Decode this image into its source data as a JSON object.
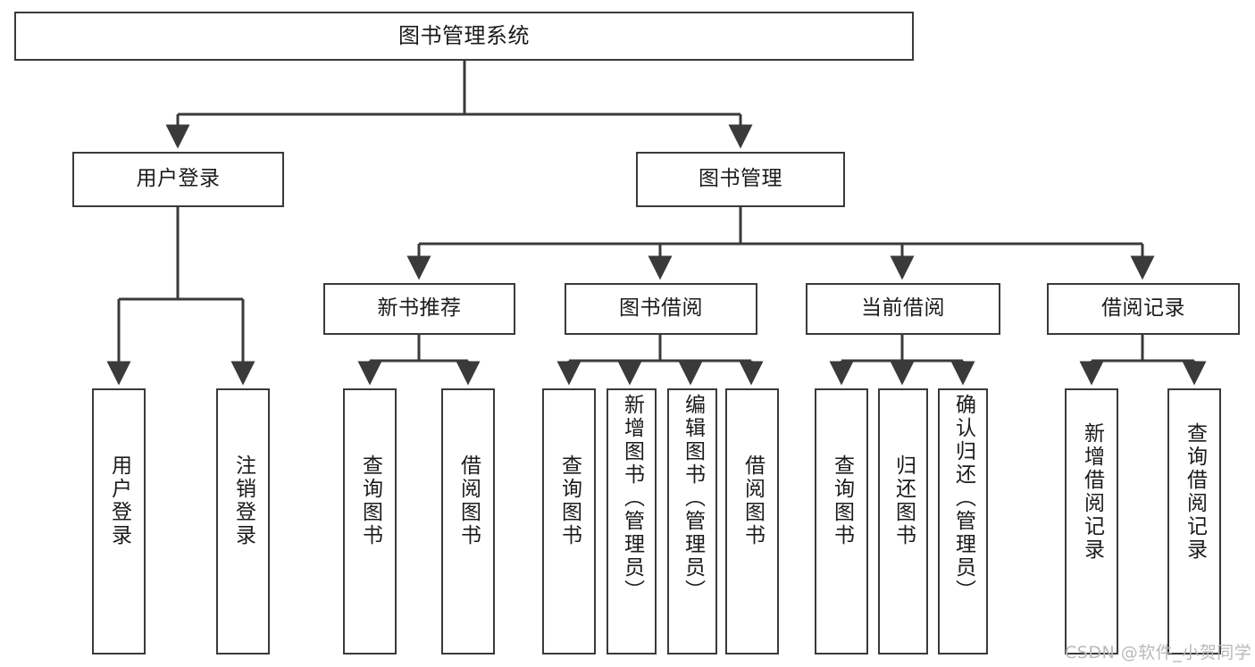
{
  "diagram": {
    "title": "图书管理系统",
    "type": "tree-hierarchy",
    "stroke_color": "#3a3a3a",
    "fill_color": "#ffffff",
    "text_color": "#1b1b1b"
  },
  "nodes": {
    "root": {
      "label": "图书管理系统"
    },
    "level2": [
      {
        "id": "user-login",
        "label": "用户登录"
      },
      {
        "id": "book-manage",
        "label": "图书管理"
      }
    ],
    "level3": [
      {
        "id": "new-book-rec",
        "label": "新书推荐"
      },
      {
        "id": "book-borrow",
        "label": "图书借阅"
      },
      {
        "id": "current-borrow",
        "label": "当前借阅"
      },
      {
        "id": "borrow-record",
        "label": "借阅记录"
      }
    ],
    "leaves": {
      "user_login": [
        {
          "id": "leaf-user-login",
          "label": "用户登录"
        },
        {
          "id": "leaf-logout",
          "label": "注销登录"
        }
      ],
      "new_book_rec": [
        {
          "id": "leaf-query-book-1",
          "label": "查询图书"
        },
        {
          "id": "leaf-borrow-book-1",
          "label": "借阅图书"
        }
      ],
      "book_borrow": [
        {
          "id": "leaf-query-book-2",
          "label": "查询图书"
        },
        {
          "id": "leaf-add-book",
          "label": "新增图书（管理员）"
        },
        {
          "id": "leaf-edit-book",
          "label": "编辑图书（管理员）"
        },
        {
          "id": "leaf-borrow-book-2",
          "label": "借阅图书"
        }
      ],
      "current_borrow": [
        {
          "id": "leaf-query-book-3",
          "label": "查询图书"
        },
        {
          "id": "leaf-return-book",
          "label": "归还图书"
        },
        {
          "id": "leaf-confirm-return",
          "label": "确认归还（管理员）"
        }
      ],
      "borrow_record": [
        {
          "id": "leaf-add-record",
          "label": "新增借阅记录"
        },
        {
          "id": "leaf-query-record",
          "label": "查询借阅记录"
        }
      ]
    }
  },
  "watermark": {
    "text": "CSDN @软件_小贺同学"
  }
}
